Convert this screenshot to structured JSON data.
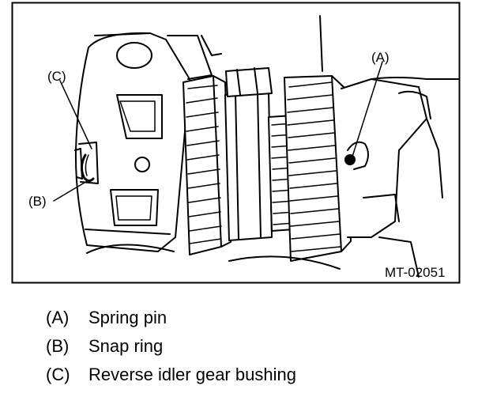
{
  "figure": {
    "id_label": "MT-02051",
    "callouts": [
      {
        "key": "(A)",
        "part": "spring-pin"
      },
      {
        "key": "(B)",
        "part": "snap-ring"
      },
      {
        "key": "(C)",
        "part": "reverse-idler-gear-bushing"
      }
    ]
  },
  "legend": [
    {
      "key": "(A)",
      "text": "Spring pin"
    },
    {
      "key": "(B)",
      "text": "Snap ring"
    },
    {
      "key": "(C)",
      "text": "Reverse idler gear bushing"
    }
  ]
}
